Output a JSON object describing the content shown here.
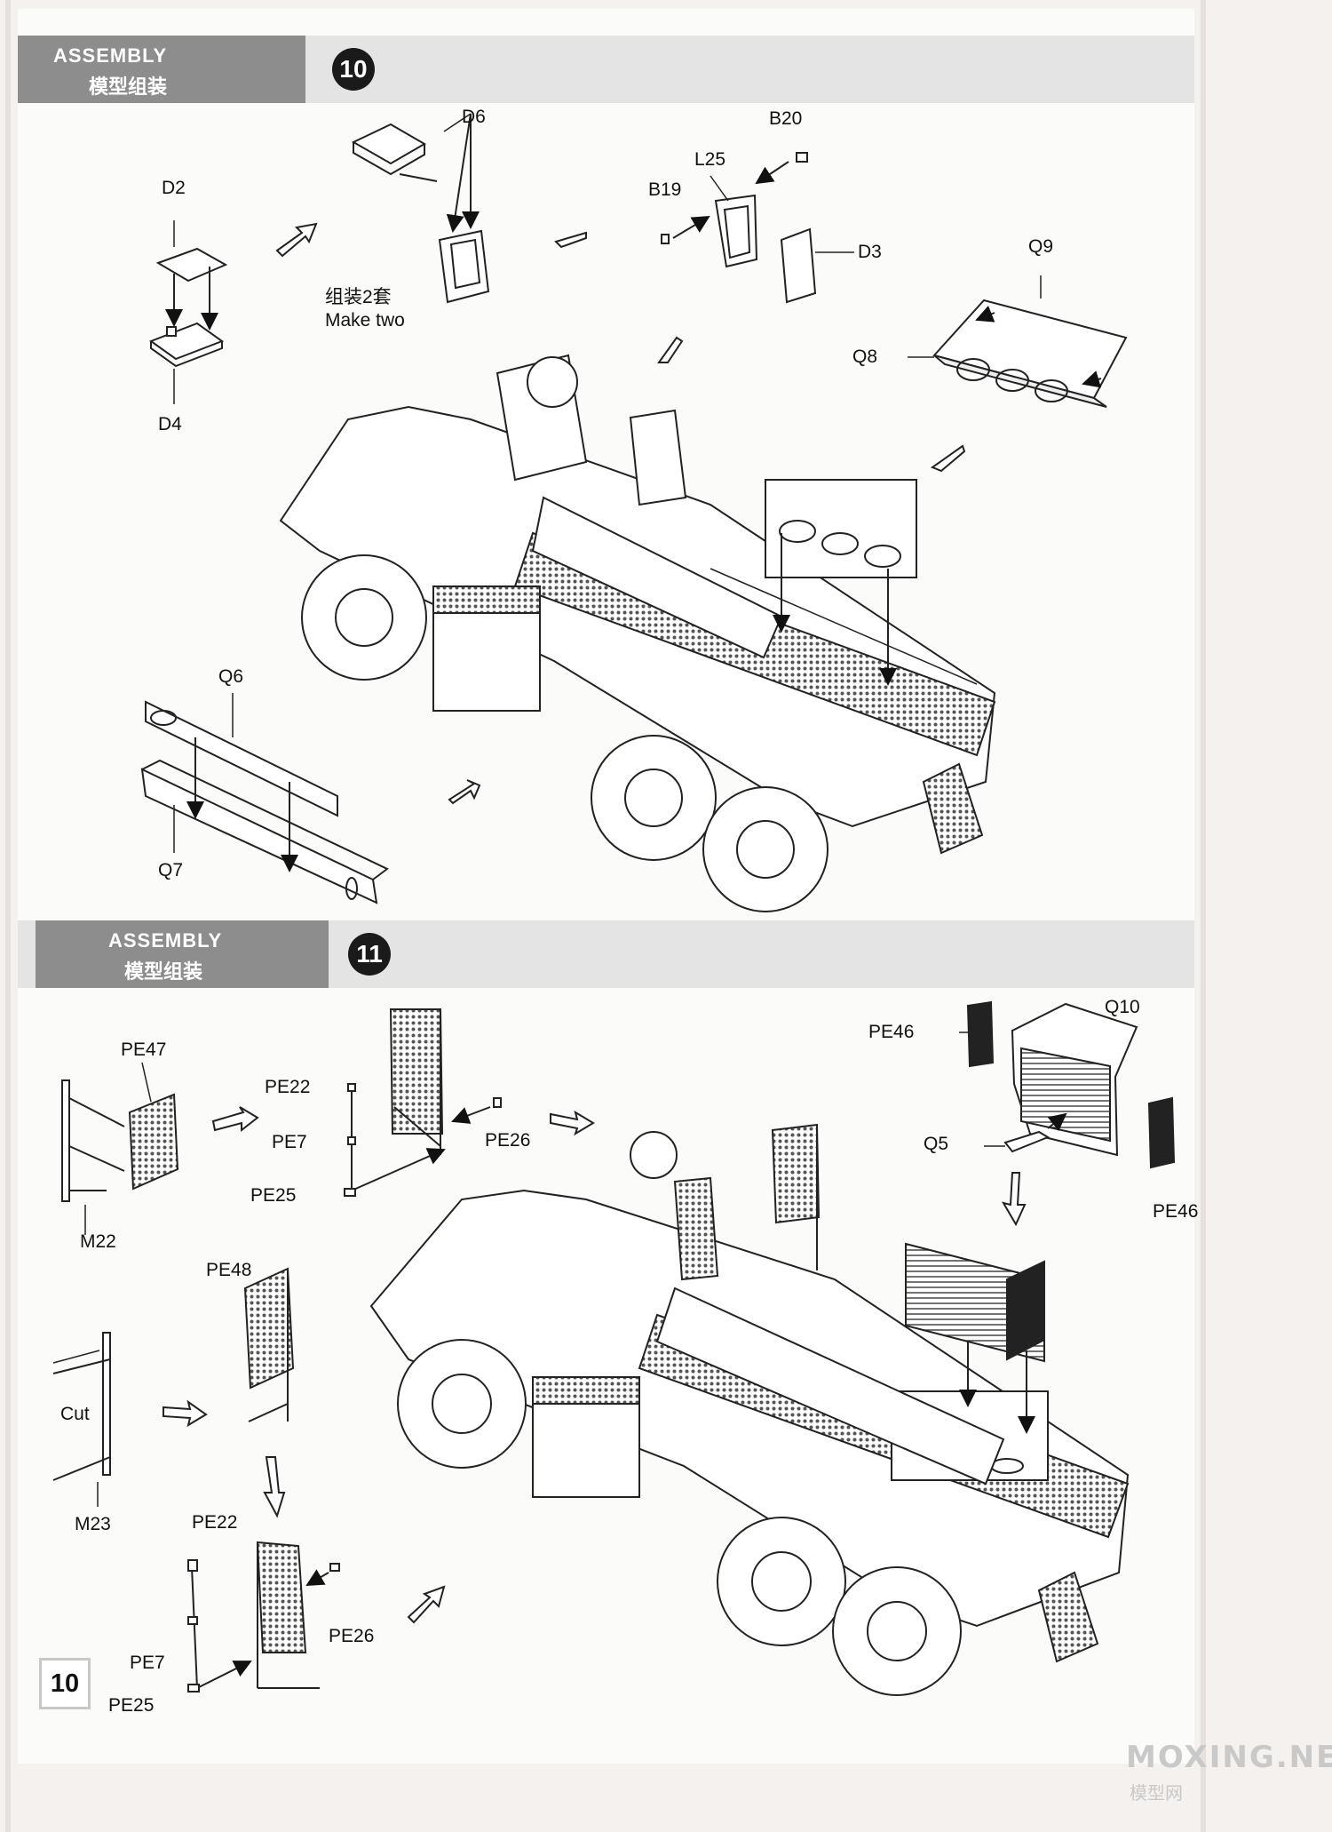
{
  "steps": [
    {
      "label_en": "ASSEMBLY",
      "label_cn": "模型组装",
      "number": "10"
    },
    {
      "label_en": "ASSEMBLY",
      "label_cn": "模型组装",
      "number": "11"
    }
  ],
  "step10": {
    "parts": {
      "d6": "D6",
      "b20": "B20",
      "l25": "L25",
      "b19": "B19",
      "d3": "D3",
      "d2": "D2",
      "d4": "D4",
      "q9": "Q9",
      "q8": "Q8",
      "q6": "Q6",
      "q7": "Q7"
    },
    "note_cn": "组装2套",
    "note_en": "Make two"
  },
  "step11": {
    "parts": {
      "pe47": "PE47",
      "pe22a": "PE22",
      "pe7a": "PE7",
      "pe25a": "PE25",
      "pe26a": "PE26",
      "m22": "M22",
      "pe46a": "PE46",
      "q10": "Q10",
      "q5": "Q5",
      "pe46b": "PE46",
      "pe48": "PE48",
      "cut": "Cut",
      "m23": "M23",
      "pe22b": "PE22",
      "pe26b": "PE26",
      "pe7b": "PE7",
      "pe25b": "PE25"
    }
  },
  "page_number": "10",
  "watermark": {
    "en": "MOXING.NET",
    "cn": "模型网"
  }
}
